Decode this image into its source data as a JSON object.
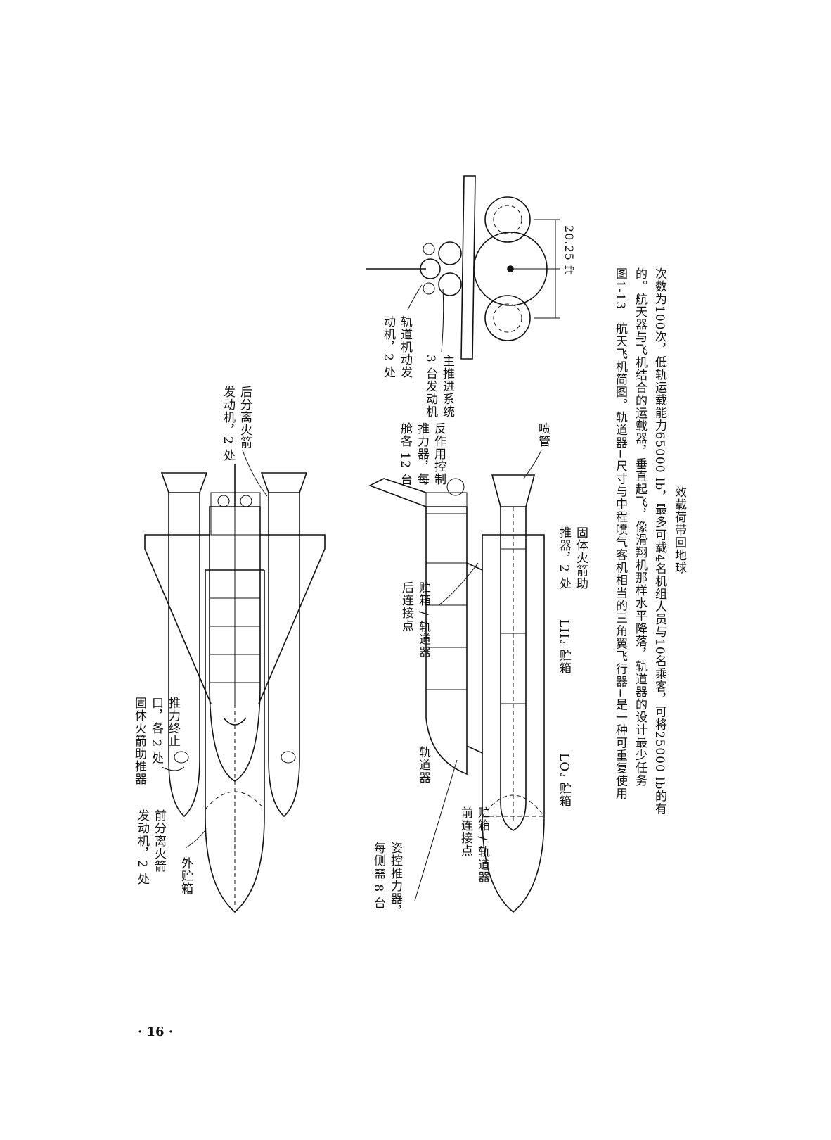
{
  "labels": {
    "thrust_termination": [
      "推力终止",
      "口，各 2 处",
      "固体火箭助推器"
    ],
    "front_sep_motor": [
      "前分离火箭",
      "发动机，2 处"
    ],
    "external_tank": "外贮箱",
    "rear_sep_motor": [
      "后分离火箭",
      "发动机，2 处"
    ],
    "attitude_thrusters": [
      "姿控推力器，",
      "每侧需 8 台"
    ],
    "tank_orbiter_front": [
      "贮箱 / 轨道器",
      "前连接点"
    ],
    "orbiter": "轨道器",
    "lo2_tank": "LO₂ 贮箱",
    "tank_orbiter_rear": [
      "贮箱 / 轨道器",
      "后连接点"
    ],
    "lh2_tank": "LH₂ 贮箱",
    "rcs_thrusters": [
      "反作用控制",
      "推力器，每",
      "舱各 12 台"
    ],
    "srb": [
      "固体火箭助",
      "推器，2 处"
    ],
    "nozzle": "喷管",
    "oms_engine": [
      "轨道机动发",
      "动机，2 处"
    ],
    "main_engines": [
      "主推进系统",
      "3 台发动机"
    ],
    "dimension": "20.25 ft"
  },
  "caption": [
    "图1-13　航天飞机简图。轨道器−尺寸与中程喷气客机相当的三角翼飞行器−是一种可重复使用",
    "的。航天器与飞机结合的运载器，垂直起飞，像滑翔机那样水平降落，轨道器的设计最少任务",
    "次数为100次，低轨运载能力65000 lb，最多可载4名机组人员与10名乘客，可将25000 lb的有",
    "效载荷带回地球"
  ],
  "page_number": "· 16 ·"
}
